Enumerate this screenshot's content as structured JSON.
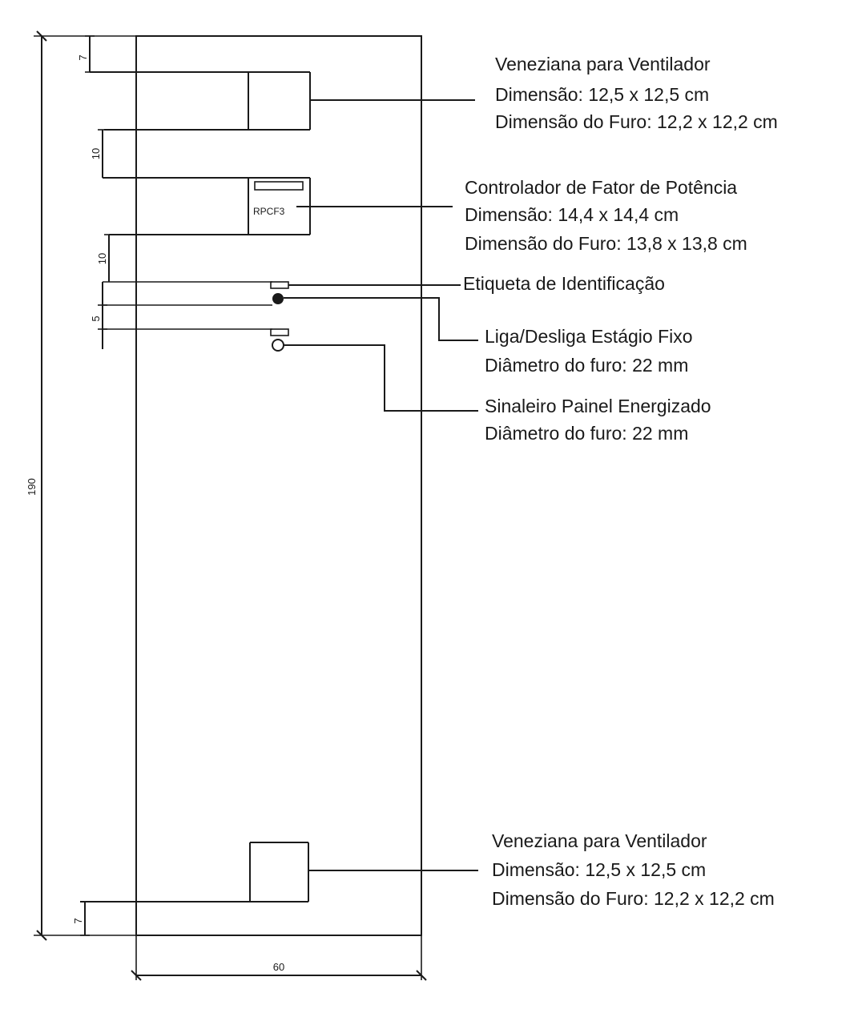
{
  "dimensions": {
    "top_margin": "7",
    "gap_vent_to_controller": "10",
    "gap_controller_to_label": "10",
    "gap_switches": "5",
    "total_height": "190",
    "bottom_margin": "7",
    "width": "60"
  },
  "controller_tag": "RPCF3",
  "annotations": {
    "vent_top": {
      "title": "Veneziana para Ventilador",
      "size": "Dimensão: 12,5 x 12,5 cm",
      "hole": "Dimensão do Furo: 12,2 x 12,2 cm"
    },
    "controller": {
      "title": "Controlador de Fator de Potência",
      "size": "Dimensão: 14,4 x 14,4 cm",
      "hole": "Dimensão do Furo: 13,8 x 13,8 cm"
    },
    "id_label": {
      "title": "Etiqueta de Identificação"
    },
    "switch": {
      "title": "Liga/Desliga Estágio Fixo",
      "hole": "Diâmetro do furo: 22 mm"
    },
    "indicator": {
      "title": "Sinaleiro Painel Energizado",
      "hole": "Diâmetro do furo: 22 mm"
    },
    "vent_bottom": {
      "title": "Veneziana para Ventilador",
      "size": "Dimensão: 12,5 x 12,5 cm",
      "hole": "Dimensão do Furo: 12,2 x 12,2 cm"
    }
  }
}
